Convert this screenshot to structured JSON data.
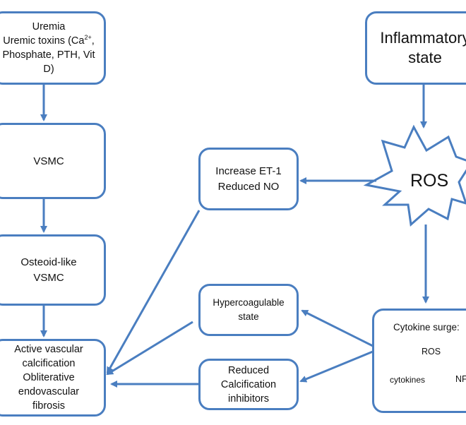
{
  "uremia": {
    "title": "Uremia",
    "l1_pre": "Uremic toxins (Ca",
    "l1_sup": "2+",
    "l1_post": ",",
    "l2": "Phosphate, PTH, Vit",
    "l3": "D)"
  },
  "inflammatory": {
    "l1": "Inflammatory",
    "l2": "state"
  },
  "vsmc": {
    "label": "VSMC"
  },
  "et1": {
    "l1": "Increase ET-1",
    "l2": "Reduced NO"
  },
  "ros": {
    "label": "ROS"
  },
  "osteoid": {
    "l1": "Osteoid-like",
    "l2": "VSMC"
  },
  "hyper": {
    "l1": "Hypercoagulable",
    "l2": "state"
  },
  "cytokine": {
    "title": "Cytokine surge:",
    "cycle_ros": "ROS",
    "cycle_cytokines": "cytokines",
    "cycle_nf": "NF"
  },
  "active": {
    "l1": "Active vascular",
    "l2": "calcification",
    "l3": "Obliterative",
    "l4": "endovascular",
    "l5": "fibrosis"
  },
  "reduced": {
    "l1": "Reduced",
    "l2": "Calcification",
    "l3": "inhibitors"
  },
  "colors": {
    "stroke": "#4a7ec0",
    "text": "#111111"
  }
}
